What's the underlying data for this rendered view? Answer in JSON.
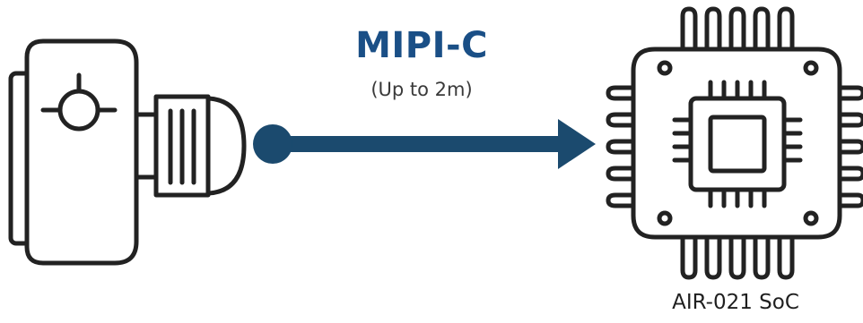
{
  "link": {
    "title": "MIPI-C",
    "subtitle": "(Up to 2m)"
  },
  "soc": {
    "label": "AIR-021 SoC"
  },
  "colors": {
    "accent": "#1a4f86",
    "arrow": "#1b4a6e",
    "outline": "#222222"
  },
  "icons": [
    "camera-icon",
    "connection-arrow",
    "chip-icon"
  ]
}
